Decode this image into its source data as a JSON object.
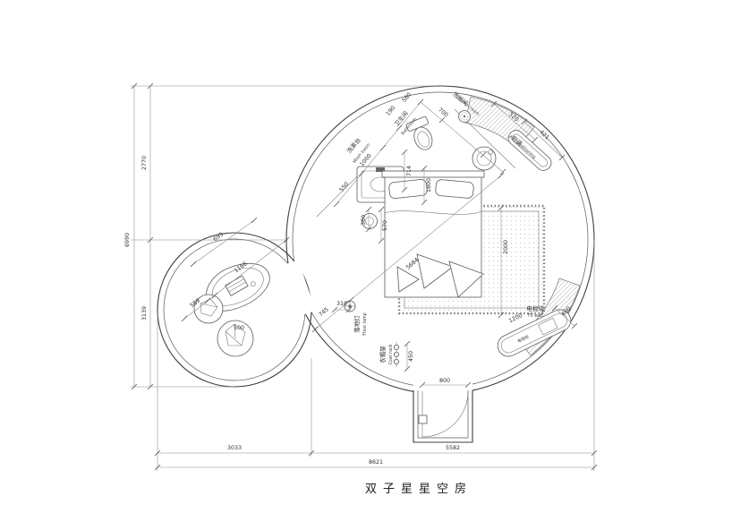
{
  "page": {
    "title": "双子星星空房"
  },
  "labels": {
    "wash_basin_cn": "洗漱台",
    "wash_basin_en": "Wash basin",
    "bathroom_cn": "卫生间",
    "bathroom_en": "Bathroom",
    "shower_cn": "洗浴间",
    "shower_en": "Shower room",
    "ac_cn": "空调",
    "ac_en": "air conditioning",
    "floor_lamp_cn": "落地灯",
    "floor_lamp_en": "Floor lamp",
    "coat_rack_cn": "衣帽架",
    "coat_rack_en": "Coat rack",
    "tv_wall_cn": "电视墙",
    "tv_wall_en": "TV wall",
    "tv_cabinet_cn": "电视柜"
  },
  "dims": {
    "overall_height": "6990",
    "upper_height": "2770",
    "lower_height": "3139",
    "small_circle_width": "3033",
    "large_circle_width": "5582",
    "overall_width": "8621",
    "basin_depth": "550",
    "basin_length": "1000",
    "gap_190": "190",
    "toilet_560": "560",
    "shower_700": "700",
    "shower_520": "520",
    "ac_421": "421",
    "basin_bed_gap": "714",
    "bed_width": "1800",
    "d360": "360",
    "d570": "570",
    "carpet_length": "2000",
    "diag_5684": "5684",
    "diag_745": "745",
    "diag_693": "693",
    "diag_1166": "1166",
    "bean_589": "589",
    "bean_500": "500",
    "lamp_310": "310",
    "rack_450": "450",
    "door_800": "800",
    "cabinet_1200": "1200",
    "tvwall_400": "400"
  }
}
